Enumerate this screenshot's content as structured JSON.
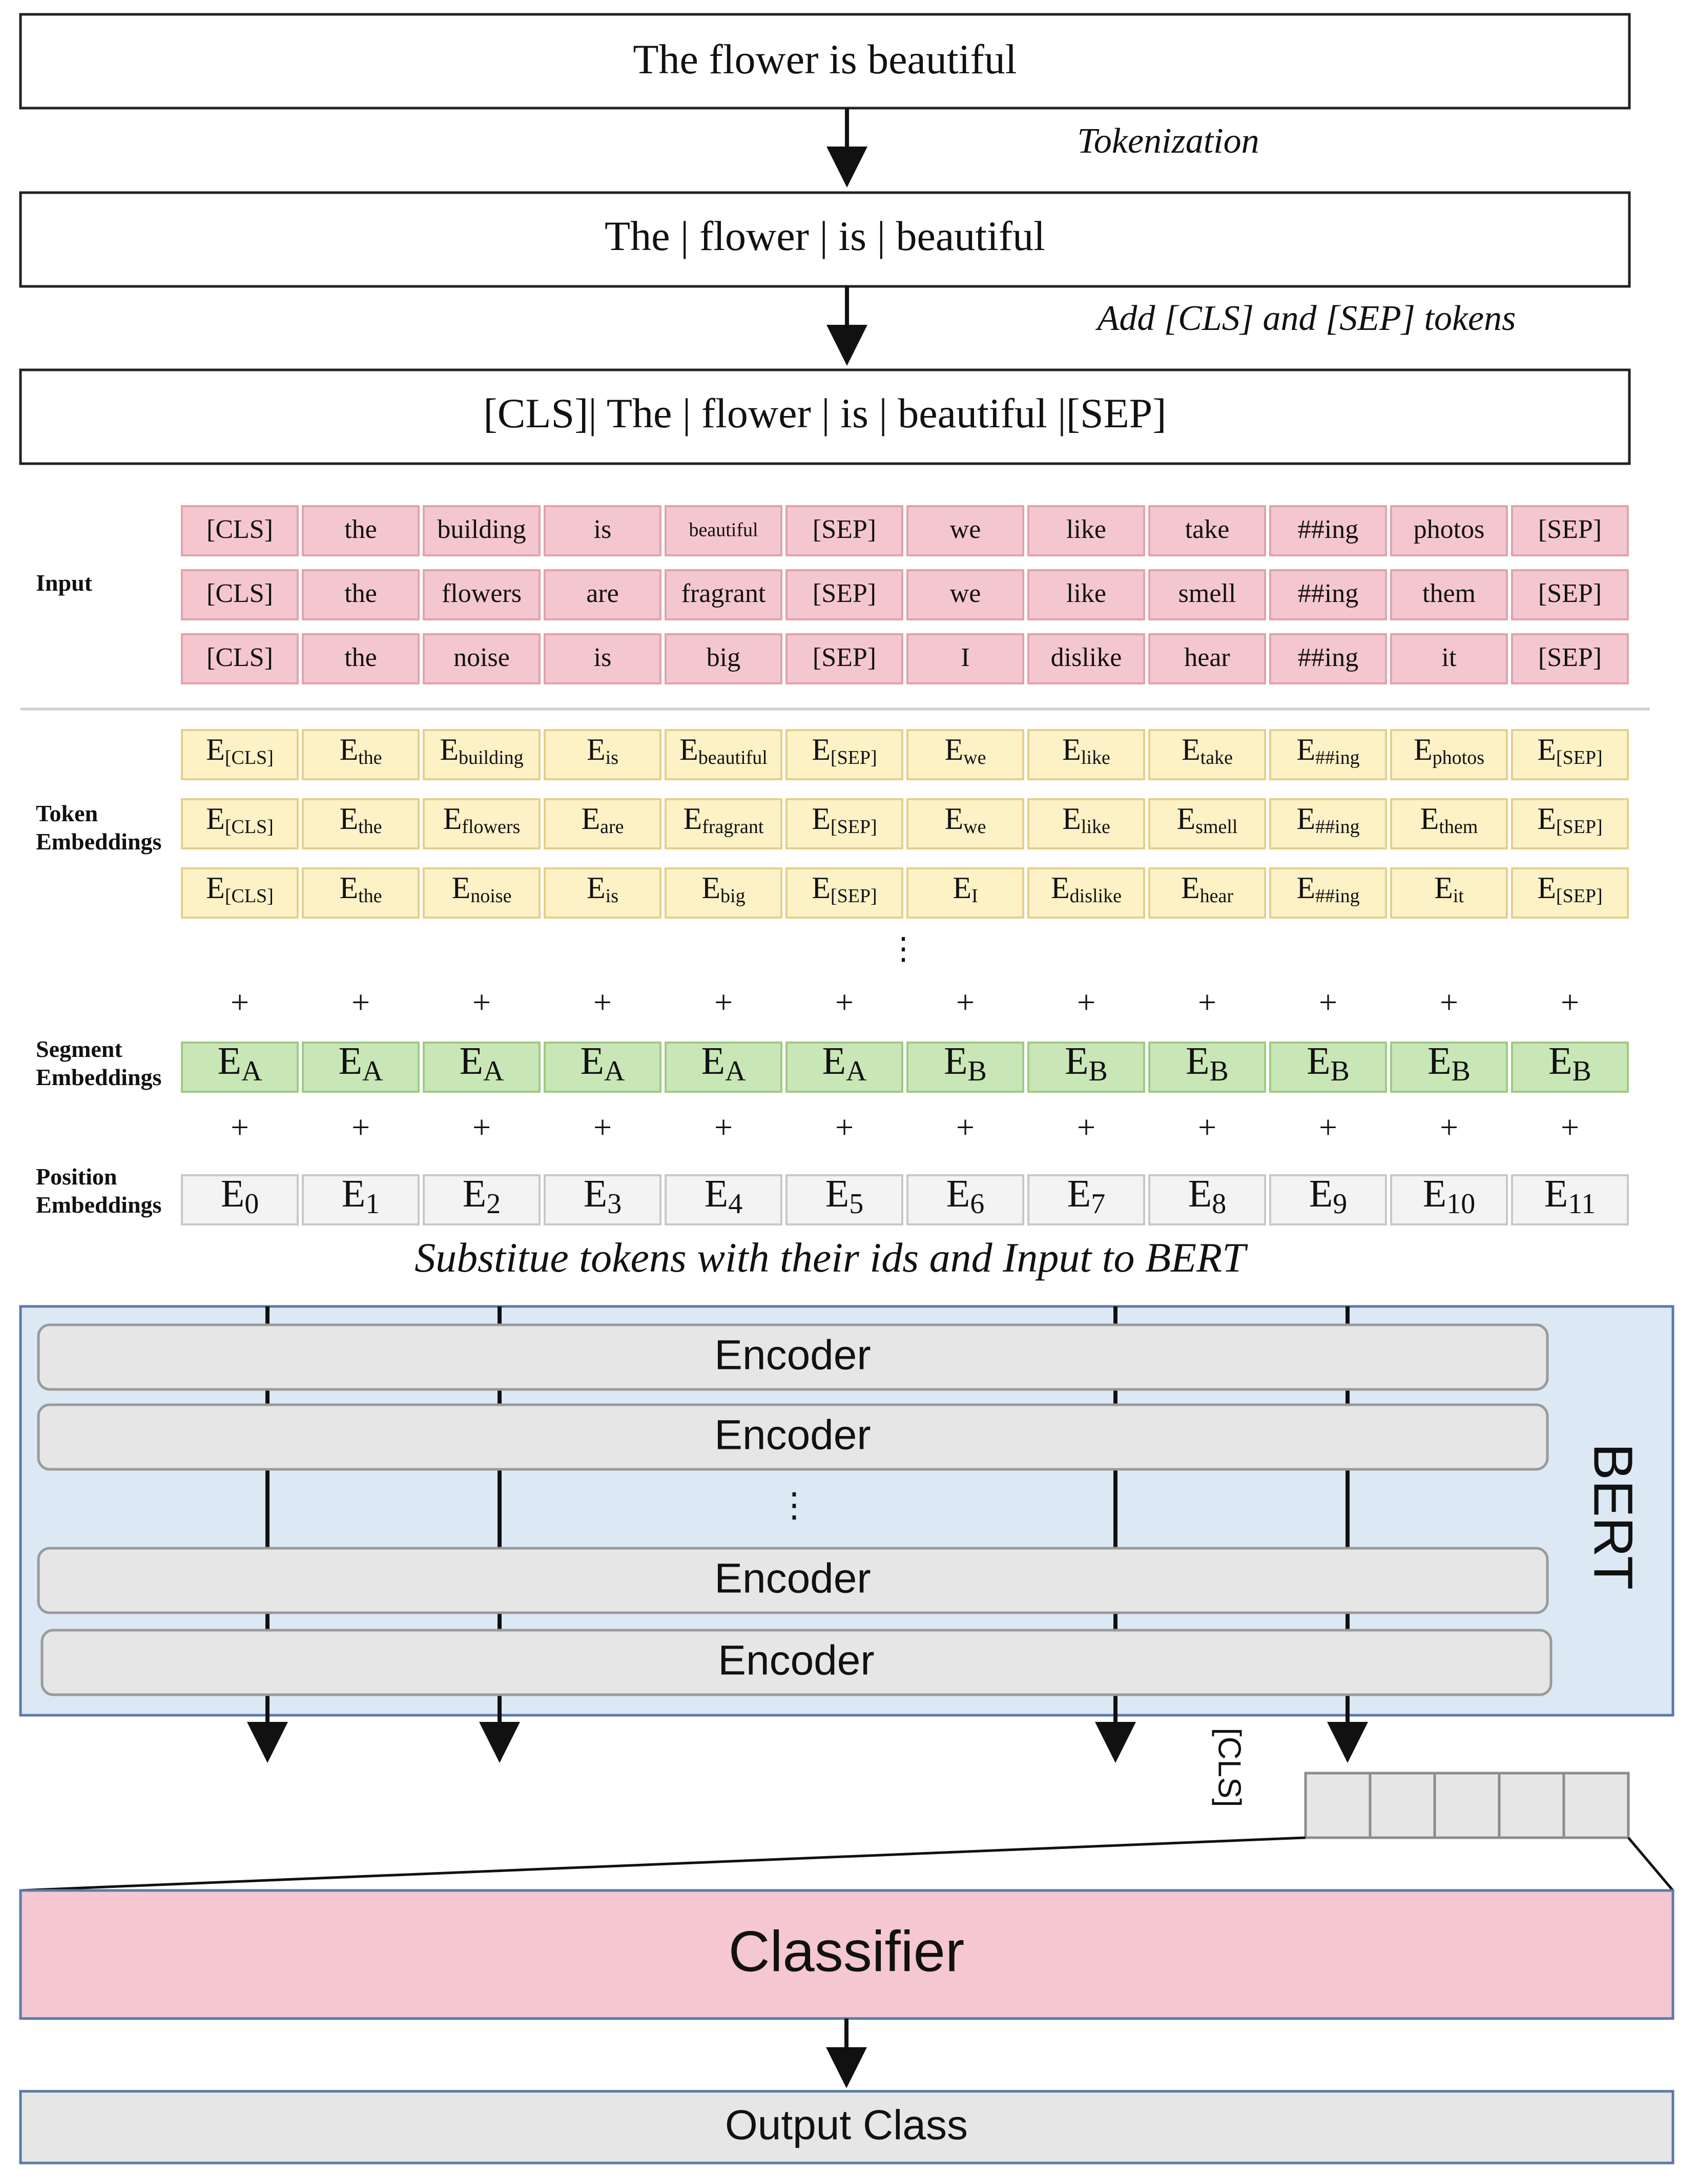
{
  "pipeline": {
    "step1_text": "The flower is beautiful",
    "step1_label": "Tokenization",
    "step2_text": "The | flower | is | beautiful",
    "step2_label": "Add [CLS] and [SEP] tokens",
    "step3_text": "[CLS]| The | flower | is | beautiful |[SEP]"
  },
  "input": {
    "label": "Input",
    "rows": [
      [
        "[CLS]",
        "the",
        "building",
        "is",
        "beautiful",
        "[SEP]",
        "we",
        "like",
        "take",
        "##ing",
        "photos",
        "[SEP]"
      ],
      [
        "[CLS]",
        "the",
        "flowers",
        "are",
        "fragrant",
        "[SEP]",
        "we",
        "like",
        "smell",
        "##ing",
        "them",
        "[SEP]"
      ],
      [
        "[CLS]",
        "the",
        "noise",
        "is",
        "big",
        "[SEP]",
        "I",
        "dislike",
        "hear",
        "##ing",
        "it",
        "[SEP]"
      ]
    ]
  },
  "token_embeddings": {
    "label_line1": "Token",
    "label_line2": "Embeddings",
    "prefix": "E",
    "ellipsis": "⋮",
    "rows": [
      [
        "[CLS]",
        "the",
        "building",
        "is",
        "beautiful",
        "[SEP]",
        "we",
        "like",
        "take",
        "##ing",
        "photos",
        "[SEP]"
      ],
      [
        "[CLS]",
        "the",
        "flowers",
        "are",
        "fragrant",
        "[SEP]",
        "we",
        "like",
        "smell",
        "##ing",
        "them",
        "[SEP]"
      ],
      [
        "[CLS]",
        "the",
        "noise",
        "is",
        "big",
        "[SEP]",
        "I",
        "dislike",
        "hear",
        "##ing",
        "it",
        "[SEP]"
      ]
    ]
  },
  "segment_embeddings": {
    "label_line1": "Segment",
    "label_line2": "Embeddings",
    "prefix": "E",
    "values": [
      "A",
      "A",
      "A",
      "A",
      "A",
      "A",
      "B",
      "B",
      "B",
      "B",
      "B",
      "B"
    ]
  },
  "position_embeddings": {
    "label_line1": "Position",
    "label_line2": "Embeddings",
    "prefix": "E",
    "values": [
      "0",
      "1",
      "2",
      "3",
      "4",
      "5",
      "6",
      "7",
      "8",
      "9",
      "10",
      "11"
    ]
  },
  "plus_sign": "+",
  "substitute_caption": "Substitue tokens with their ids and Input to BERT",
  "bert": {
    "label": "BERT",
    "encoder_label": "Encoder",
    "ellipsis": "⋮",
    "cls_label": "[CLS]"
  },
  "classifier": {
    "label": "Classifier"
  },
  "output": {
    "label": "Output Class"
  },
  "colors": {
    "input_fill": "#f4c7cf",
    "input_stroke": "#e0a3ae",
    "token_fill": "#fdf1c6",
    "token_stroke": "#e5cf8a",
    "segment_fill": "#c9e6b6",
    "segment_stroke": "#9fca86",
    "position_fill": "#f3f3f3",
    "position_stroke": "#c8c8c8",
    "bert_fill": "#dde8f5",
    "bert_stroke": "#5b7aa8",
    "encoder_fill": "#e6e6e6",
    "encoder_stroke": "#9a9a9a",
    "classifier_fill": "#f4c7d1",
    "output_fill": "#e6e6e6"
  }
}
